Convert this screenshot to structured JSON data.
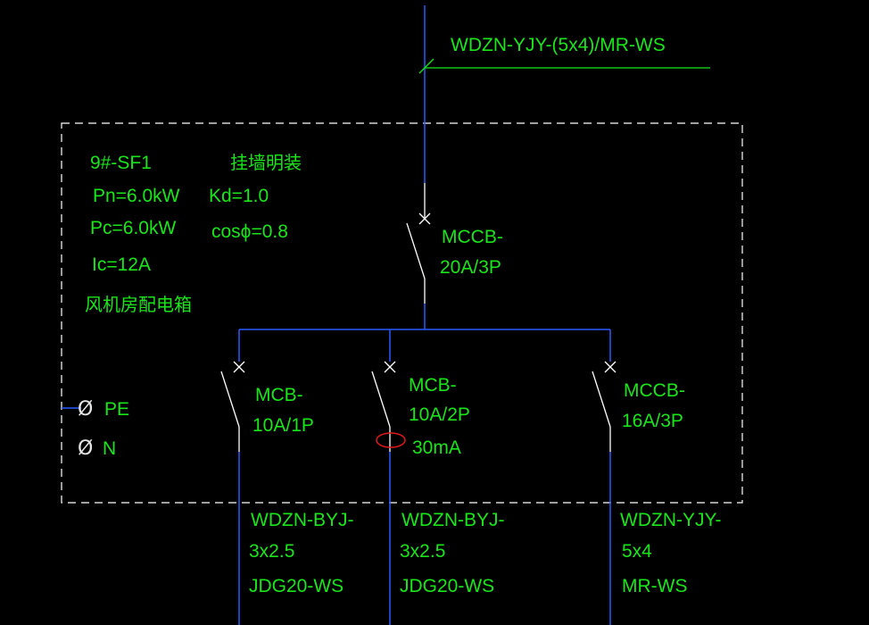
{
  "colors": {
    "background": "#000000",
    "text": "#19e619",
    "wire": "#2a5bff",
    "switch": "#ffffff",
    "boundary": "#ffffff",
    "highlight": "#e01818"
  },
  "incoming": {
    "cable": "WDZN-YJY-(5x4)/MR-WS"
  },
  "panel": {
    "id": "9#-SF1",
    "mount": "挂墙明装",
    "pn": "Pn=6.0kW",
    "kd": "Kd=1.0",
    "pc": "Pc=6.0kW",
    "cosphi": "cosϕ=0.8",
    "ic": "Ic=12A",
    "name": "风机房配电箱"
  },
  "main_breaker": {
    "line1": "MCCB-",
    "line2": "20A/3P"
  },
  "branches": [
    {
      "breaker_line1": "MCB-",
      "breaker_line2": "10A/1P",
      "breaker_line3": "",
      "cable_line1": "WDZN-BYJ-",
      "cable_line2": "3x2.5",
      "cable_line3": "JDG20-WS"
    },
    {
      "breaker_line1": "MCB-",
      "breaker_line2": "10A/2P",
      "breaker_line3": "30mA",
      "cable_line1": "WDZN-BYJ-",
      "cable_line2": "3x2.5",
      "cable_line3": "JDG20-WS"
    },
    {
      "breaker_line1": "MCCB-",
      "breaker_line2": "16A/3P",
      "breaker_line3": "",
      "cable_line1": "WDZN-YJY-",
      "cable_line2": "5x4",
      "cable_line3": "MR-WS"
    }
  ],
  "terminals": {
    "pe_symbol": "Ø",
    "pe": "PE",
    "n_symbol": "Ø",
    "n": "N"
  }
}
